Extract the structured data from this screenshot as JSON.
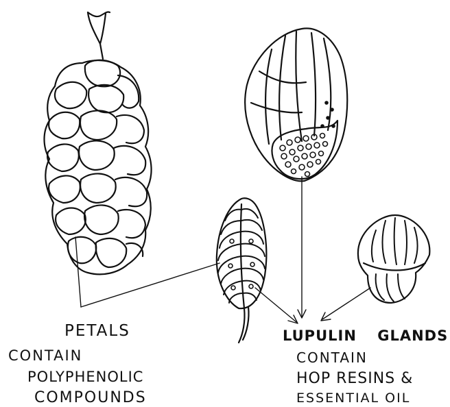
{
  "labels": {
    "petals": {
      "title": "PETALS",
      "line1": "CONTAIN",
      "line2": "POLYPHENOLIC",
      "line3": "COMPOUNDS"
    },
    "lupulin": {
      "title": "LUPULIN GLANDS",
      "line1": "CONTAIN",
      "line2": "HOP RESINS &",
      "line3": "ESSENTIAL OIL"
    }
  },
  "colors": {
    "ink": "#111111",
    "paper": "#ffffff"
  }
}
